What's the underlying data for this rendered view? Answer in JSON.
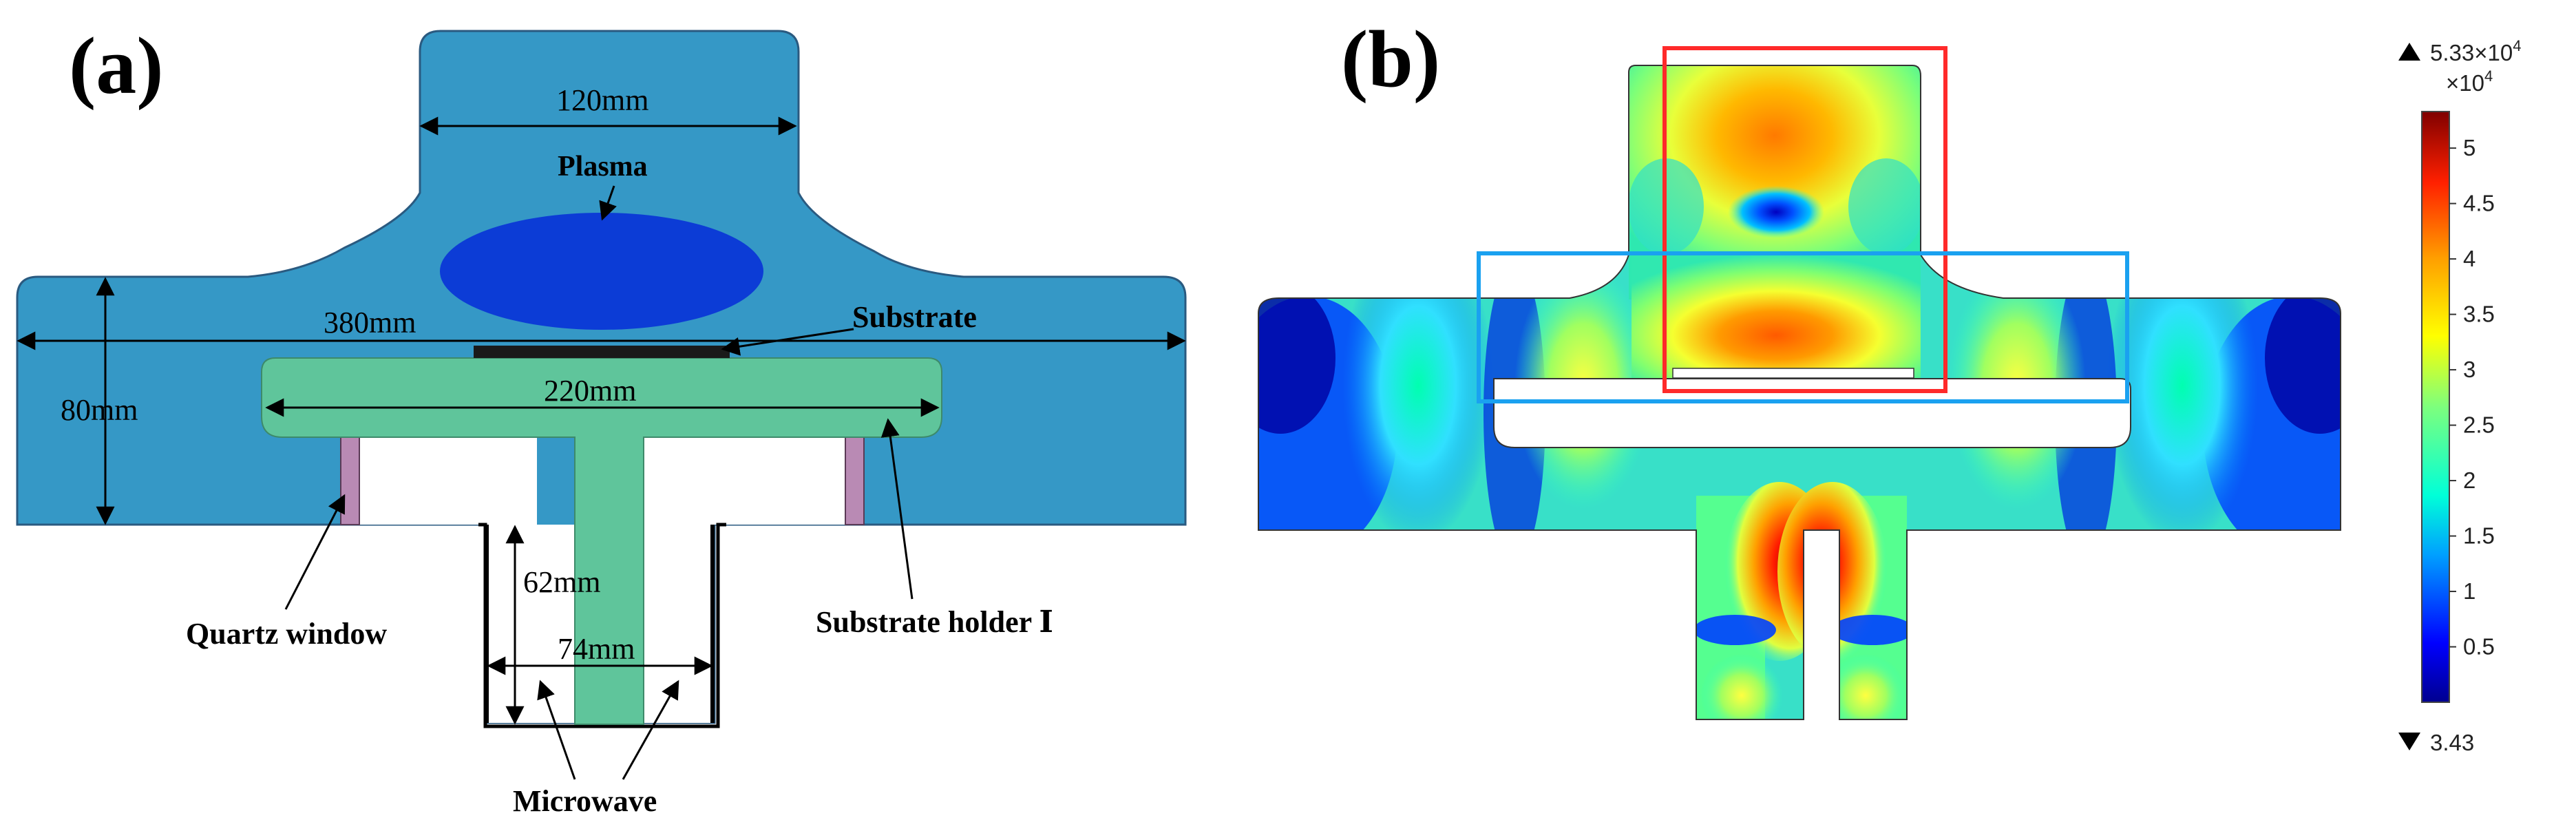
{
  "panel_a": {
    "label": "(a)",
    "plasma_label": "Plasma",
    "dims": {
      "top_width": "120mm",
      "overall_width": "380mm",
      "height": "80mm",
      "holder_width": "220mm",
      "waveguide_depth": "62mm",
      "waveguide_width": "74mm"
    },
    "callouts": {
      "substrate": "Substrate",
      "quartz_window": "Quartz window",
      "substrate_holder": "Substrate holder Ⅰ",
      "microwave": "Microwave"
    },
    "colors": {
      "cavity": "#3598c6",
      "plasma": "#0c3cd6",
      "holder": "#5fc59b",
      "quartz": "#b98ab4",
      "substrate": "#1a1a1a"
    }
  },
  "panel_b": {
    "label": "(b)",
    "colorbar": {
      "max_text": "5.33×10",
      "max_exp": "4",
      "multiplier_text": "×10",
      "multiplier_exp": "4",
      "min_text": "3.43",
      "ticks": [
        "5",
        "4.5",
        "4",
        "3.5",
        "3",
        "2.5",
        "2",
        "1.5",
        "1",
        "0.5"
      ],
      "tick_values": [
        5,
        4.5,
        4,
        3.5,
        3,
        2.5,
        2,
        1.5,
        1,
        0.5
      ],
      "range": [
        0,
        5.33
      ],
      "colormap": "rainbow"
    },
    "box_colors": {
      "red": "#ff2a2a",
      "blue": "#1aa1f0"
    }
  }
}
